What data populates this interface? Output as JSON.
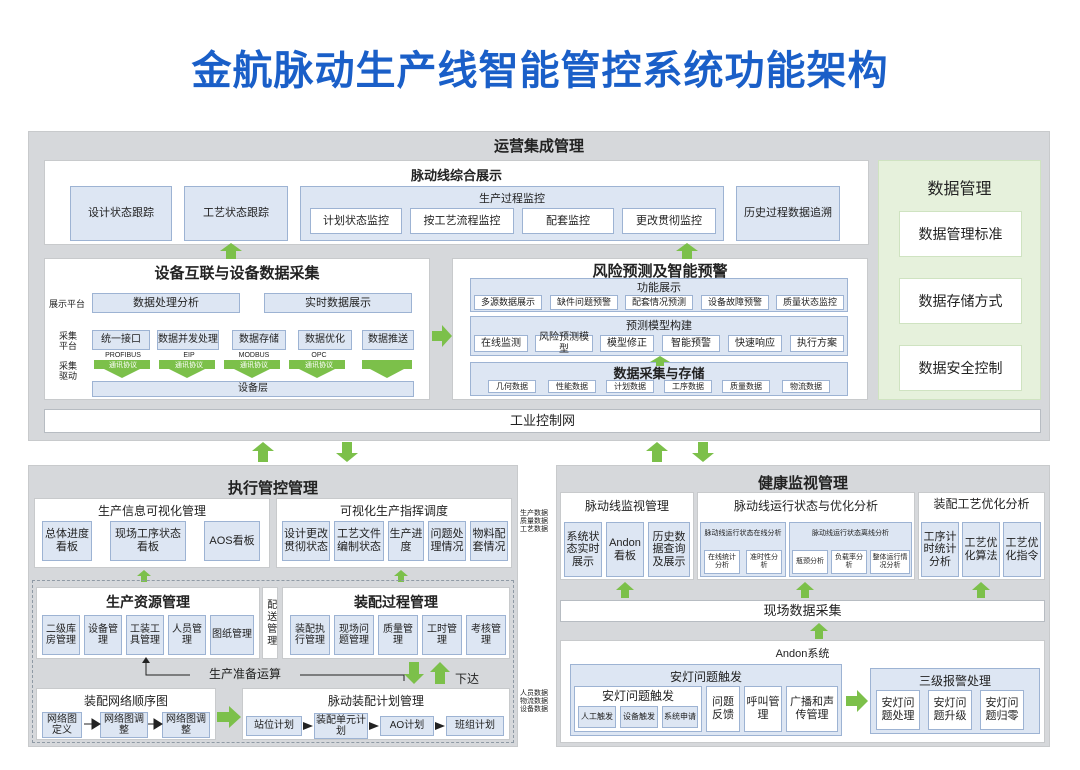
{
  "title": "金航脉动生产线智能管控系统功能架构",
  "ops": {
    "title": "运营集成管理",
    "pulse_display": {
      "title": "脉动线综合展示",
      "items": [
        "设计状态跟踪",
        "工艺状态跟踪"
      ],
      "monitor_title": "生产过程监控",
      "monitor_items": [
        "计划状态监控",
        "按工艺流程监控",
        "配套监控",
        "更改贯彻监控"
      ],
      "history": "历史过程数据追溯"
    },
    "device": {
      "title": "设备互联与设备数据采集",
      "display_label": "展示平台",
      "display_items": [
        "数据处理分析",
        "实时数据展示"
      ],
      "collect_label": "采集平台",
      "collect_items": [
        "统一接口",
        "数据并发处理",
        "数据存储",
        "数据优化",
        "数据推送"
      ],
      "drive_label": "采集驱动",
      "protocols": [
        {
          "name": "PROFIBUS",
          "sub": "通讯协议"
        },
        {
          "name": "EIP",
          "sub": "通讯协议"
        },
        {
          "name": "MODBUS",
          "sub": "通讯协议"
        },
        {
          "name": "OPC",
          "sub": "通讯协议"
        }
      ],
      "device_layer": "设备层"
    },
    "risk": {
      "title": "风险预测及智能预警",
      "func_title": "功能展示",
      "func_items": [
        "多源数据展示",
        "缺件问题预警",
        "配套情况预测",
        "设备故障预警",
        "质量状态监控"
      ],
      "model_title": "预测模型构建",
      "model_items": [
        "在线监测",
        "风险预测模型",
        "模型修正",
        "智能预警",
        "快速响应",
        "执行方案"
      ],
      "data_title": "数据采集与存储",
      "data_items": [
        "几何数据",
        "性能数据",
        "计划数据",
        "工序数据",
        "质量数据",
        "物流数据"
      ]
    },
    "network": "工业控制网",
    "data_mgmt": {
      "title": "数据管理",
      "items": [
        "数据管理标准",
        "数据存储方式",
        "数据安全控制"
      ]
    }
  },
  "exec": {
    "title": "执行管控管理",
    "visual": {
      "title": "生产信息可视化管理",
      "items": [
        "总体进度看板",
        "现场工序状态看板",
        "AOS看板"
      ]
    },
    "dispatch": {
      "title": "可视化生产指挥调度",
      "items": [
        "设计更改贯彻状态",
        "工艺文件编制状态",
        "生产进度",
        "问题处理情况",
        "物料配套情况"
      ]
    },
    "side_note_top": [
      "生产数据",
      "质量数据",
      "工艺数据"
    ],
    "resource": {
      "title": "生产资源管理",
      "items": [
        "二级库房管理",
        "设备管理",
        "工装工具管理",
        "人员管理",
        "图纸管理"
      ]
    },
    "delivery": "配送管理",
    "assembly": {
      "title": "装配过程管理",
      "items": [
        "装配执行管理",
        "现场问题管理",
        "质量管理",
        "工时管理",
        "考核管理"
      ]
    },
    "prep": "生产准备运算",
    "issue": "下达",
    "network_seq": {
      "title": "装配网络顺序图",
      "items": [
        "网络图定义",
        "网络图调整",
        "网络图调整"
      ]
    },
    "plan": {
      "title": "脉动装配计划管理",
      "items": [
        "站位计划",
        "装配单元计划",
        "AO计划",
        "班组计划"
      ]
    },
    "side_note_bottom": [
      "人员数据",
      "物流数据",
      "设备数据"
    ]
  },
  "health": {
    "title": "健康监视管理",
    "pulse_mon": {
      "title": "脉动线监视管理",
      "items": [
        "系统状态实时展示",
        "Andon看板",
        "历史数据查询及展示"
      ]
    },
    "run": {
      "title": "脉动线运行状态与优化分析",
      "online_title": "脉动线运行状态在线分析",
      "online_items": [
        "在线统计分析",
        "准时性分析"
      ],
      "offline_title": "脉动线运行状态离线分析",
      "offline_items": [
        "瓶颈分析",
        "负载率分析",
        "整体运行情况分析"
      ]
    },
    "craft": {
      "title": "装配工艺优化分析",
      "items": [
        "工序计时统计分析",
        "工艺优化算法",
        "工艺优化指令"
      ]
    },
    "field": "现场数据采集",
    "andon": {
      "title": "Andon系统",
      "trigger_title": "安灯问题触发",
      "trigger_inner_title": "安灯问题触发",
      "trigger_items": [
        "人工触发",
        "设备触发",
        "系统申请"
      ],
      "trigger_actions": [
        "问题反馈",
        "呼叫管理",
        "广播和声传管理"
      ],
      "alarm_title": "三级报警处理",
      "alarm_items": [
        "安灯问题处理",
        "安灯问题升级",
        "安灯问题归零"
      ]
    }
  },
  "colors": {
    "title": "#1a5fc8",
    "arrow": "#7cc04a",
    "panel": "#d6d8db",
    "box": "#dde6f3",
    "data_panel": "#e6f1dc"
  }
}
